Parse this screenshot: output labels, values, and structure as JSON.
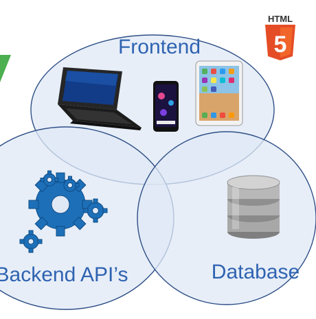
{
  "diagram": {
    "circles": [
      {
        "id": "frontend",
        "label": "Frontend"
      },
      {
        "id": "backend",
        "label": "Backend API’s"
      },
      {
        "id": "database",
        "label": "Database"
      }
    ],
    "badges": {
      "html5_text": "HTML",
      "html5_number": "5"
    },
    "colors": {
      "circle_fill": "#dfe8f5",
      "circle_stroke": "#2e4f86",
      "label": "#2f63b1",
      "html5_orange": "#e44d26",
      "html5_light": "#f16529",
      "gear_blue": "#1d6fb8",
      "accent_green": "#4caf50"
    }
  }
}
